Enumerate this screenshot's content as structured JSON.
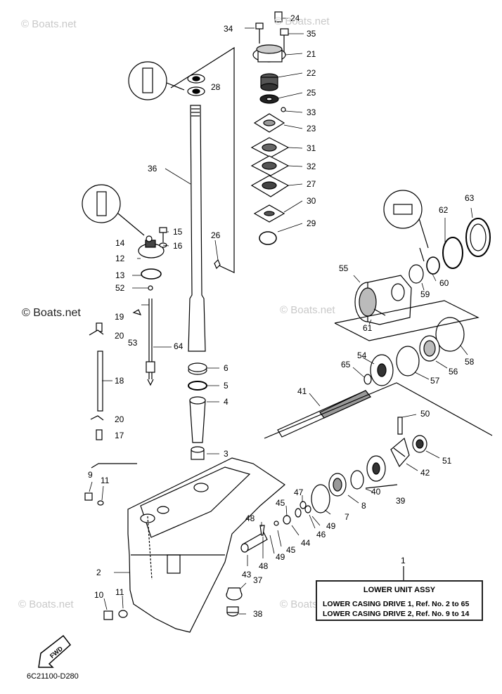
{
  "watermarks": [
    "© Boats.net",
    "© Boats.net",
    "© Boats.net",
    "© Boats.net",
    "© Boats.net"
  ],
  "watermark_dark": "© Boats.net",
  "fwd_label": "FWD",
  "diagram_code": "6C21100-D280",
  "legend": {
    "callout": "1",
    "title": "LOWER UNIT ASSY",
    "line1": "LOWER CASING DRIVE 1,  Ref. No. 2 to 65",
    "line2": "LOWER CASING DRIVE 2,  Ref. No. 9 to 14"
  },
  "callouts": {
    "c24": "24",
    "c34": "34",
    "c35": "35",
    "c21": "21",
    "c22": "22",
    "c25": "25",
    "c33": "33",
    "c23": "23",
    "c31": "31",
    "c32": "32",
    "c27": "27",
    "c30": "30",
    "c29": "29",
    "c28": "28",
    "c36": "36",
    "c26": "26",
    "c15": "15",
    "c14": "14",
    "c16": "16",
    "c12": "12",
    "c13": "13",
    "c52": "52",
    "c19": "19",
    "c20a": "20",
    "c53": "53",
    "c64": "64",
    "c18": "18",
    "c20b": "20",
    "c17": "17",
    "c9": "9",
    "c11a": "11",
    "c6": "6",
    "c5": "5",
    "c4": "4",
    "c3": "3",
    "c63": "63",
    "c62": "62",
    "c55": "55",
    "c60": "60",
    "c59": "59",
    "c61": "61",
    "c58": "58",
    "c54": "54",
    "c65": "65",
    "c56": "56",
    "c57": "57",
    "c41": "41",
    "c50": "50",
    "c51": "51",
    "c42": "42",
    "c47": "47",
    "c40": "40",
    "c39": "39",
    "c8": "8",
    "c45a": "45",
    "c7": "7",
    "c48a": "48",
    "c46": "46",
    "c49a": "49",
    "c44": "44",
    "c45b": "45",
    "c49b": "49",
    "c48b": "48",
    "c43": "43",
    "c2": "2",
    "c10": "10",
    "c11b": "11",
    "c37": "37",
    "c38": "38"
  }
}
